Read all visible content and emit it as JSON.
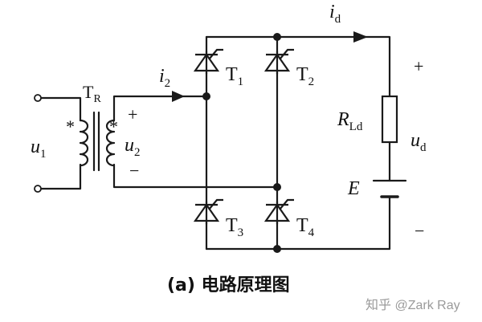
{
  "transformer": {
    "name": "T",
    "sub": "R",
    "dot_mark": "*"
  },
  "primary_voltage": {
    "name": "u",
    "sub": "1"
  },
  "secondary_voltage": {
    "name": "u",
    "sub": "2",
    "plus": "+",
    "minus": "−"
  },
  "secondary_current": {
    "name": "i",
    "sub": "2"
  },
  "load_current": {
    "name": "i",
    "sub": "d"
  },
  "load_voltage": {
    "name": "u",
    "sub": "d",
    "plus": "+",
    "minus": "−"
  },
  "resistor": {
    "name": "R",
    "sub": "Ld"
  },
  "emf": {
    "name": "E"
  },
  "thyristors": [
    {
      "name": "T",
      "sub": "1"
    },
    {
      "name": "T",
      "sub": "2"
    },
    {
      "name": "T",
      "sub": "3"
    },
    {
      "name": "T",
      "sub": "4"
    }
  ],
  "caption": "(a) 电路原理图",
  "watermark": "知乎 @Zark Ray",
  "colors": {
    "ink": "#1a1a1a",
    "background": "#ffffff",
    "watermark": "#9a9a9a"
  }
}
